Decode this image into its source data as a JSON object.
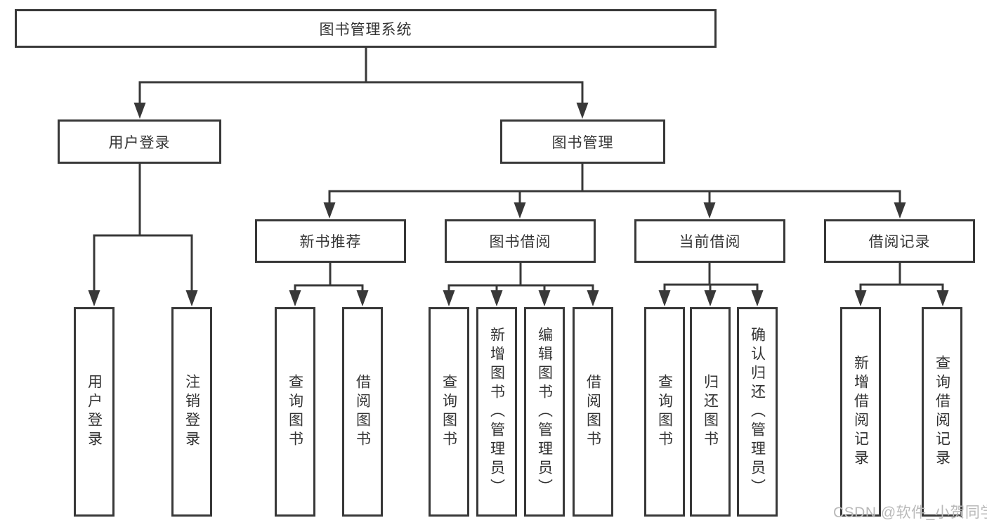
{
  "diagram": {
    "root": {
      "label": "图书管理系统"
    },
    "branches": [
      {
        "label": "用户登录",
        "children": [
          {
            "label": "用户登录"
          },
          {
            "label": "注销登录"
          }
        ]
      },
      {
        "label": "图书管理",
        "children": [
          {
            "label": "新书推荐",
            "children": [
              {
                "label": "查询图书"
              },
              {
                "label": "借阅图书"
              }
            ]
          },
          {
            "label": "图书借阅",
            "children": [
              {
                "label": "查询图书"
              },
              {
                "label": "新增图书（管理员）"
              },
              {
                "label": "编辑图书（管理员）"
              },
              {
                "label": "借阅图书"
              }
            ]
          },
          {
            "label": "当前借阅",
            "children": [
              {
                "label": "查询图书"
              },
              {
                "label": "归还图书"
              },
              {
                "label": "确认归还（管理员）"
              }
            ]
          },
          {
            "label": "借阅记录",
            "children": [
              {
                "label": "新增借阅记录"
              },
              {
                "label": "查询借阅记录"
              }
            ]
          }
        ]
      }
    ]
  },
  "watermark": {
    "text": "CSDN @软件_小贺同学",
    "color": "#b9b9b9"
  },
  "colors": {
    "line": "#383838",
    "box_background": "#ffffff",
    "text": "#333333"
  }
}
